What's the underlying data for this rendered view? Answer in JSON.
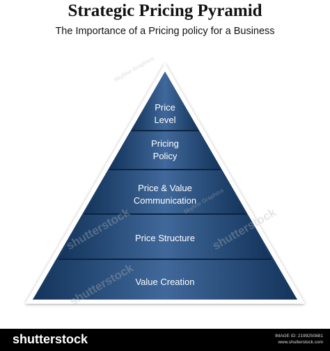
{
  "header": {
    "title": "Strategic Pricing Pyramid",
    "subtitle": "The Importance of a Pricing policy for a Business"
  },
  "pyramid": {
    "levels": [
      {
        "line1": "Price",
        "line2": "Level"
      },
      {
        "line1": "Pricing",
        "line2": "Policy"
      },
      {
        "line1": "Price & Value",
        "line2": "Communication"
      },
      {
        "line1": "Price Structure",
        "line2": ""
      },
      {
        "line1": "Value Creation",
        "line2": ""
      }
    ]
  },
  "watermarks": {
    "brand": "shutterstock",
    "credit": "Skyline Graphics"
  },
  "footer": {
    "logo": "shutterstock",
    "image_id": "IMAGE ID: 2199250881",
    "site": "www.shutterstock.com"
  },
  "colors": {
    "band_dark": "#14365e",
    "band_light": "#3d6592",
    "outline": "#ffffff"
  }
}
